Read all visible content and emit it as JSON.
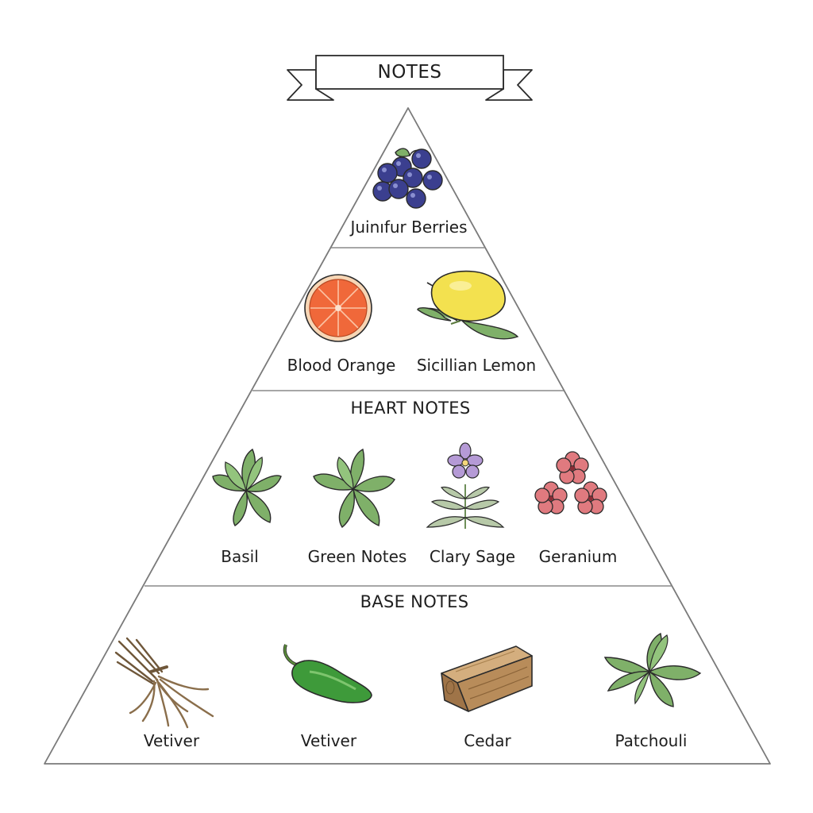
{
  "banner": {
    "title": "NOTES"
  },
  "tiers": [
    {
      "heading": "",
      "items": [
        {
          "label": "Juinıfur Berries",
          "icon": "juniper-berries-icon"
        }
      ]
    },
    {
      "heading": "",
      "items": [
        {
          "label": "Blood Orange",
          "icon": "blood-orange-icon"
        },
        {
          "label": "Sicillian Lemon",
          "icon": "lemon-icon"
        }
      ]
    },
    {
      "heading": "HEART NOTES",
      "items": [
        {
          "label": "Basil",
          "icon": "basil-leaves-icon"
        },
        {
          "label": "Green Notes",
          "icon": "green-leaves-icon"
        },
        {
          "label": "Clary Sage",
          "icon": "clary-sage-flower-icon"
        },
        {
          "label": "Geranium",
          "icon": "geranium-flower-icon"
        }
      ]
    },
    {
      "heading": "BASE NOTES",
      "items": [
        {
          "label": "Vetiver",
          "icon": "vetiver-root-icon"
        },
        {
          "label": "Vetiver",
          "icon": "green-pepper-icon"
        },
        {
          "label": "Cedar",
          "icon": "cedar-wood-block-icon"
        },
        {
          "label": "Patchouli",
          "icon": "patchouli-leaves-icon"
        }
      ]
    }
  ],
  "colors": {
    "outline": "#2b2b2b",
    "berry": "#3b3f8f",
    "orange": "#f0683a",
    "lemon": "#f3e14f",
    "leaf": "#7fb069",
    "sage_flower": "#b59ad6",
    "geranium": "#e07a7f",
    "wood": "#b88c5a",
    "root": "#8a6e4b",
    "pepper": "#3e9a3a"
  }
}
